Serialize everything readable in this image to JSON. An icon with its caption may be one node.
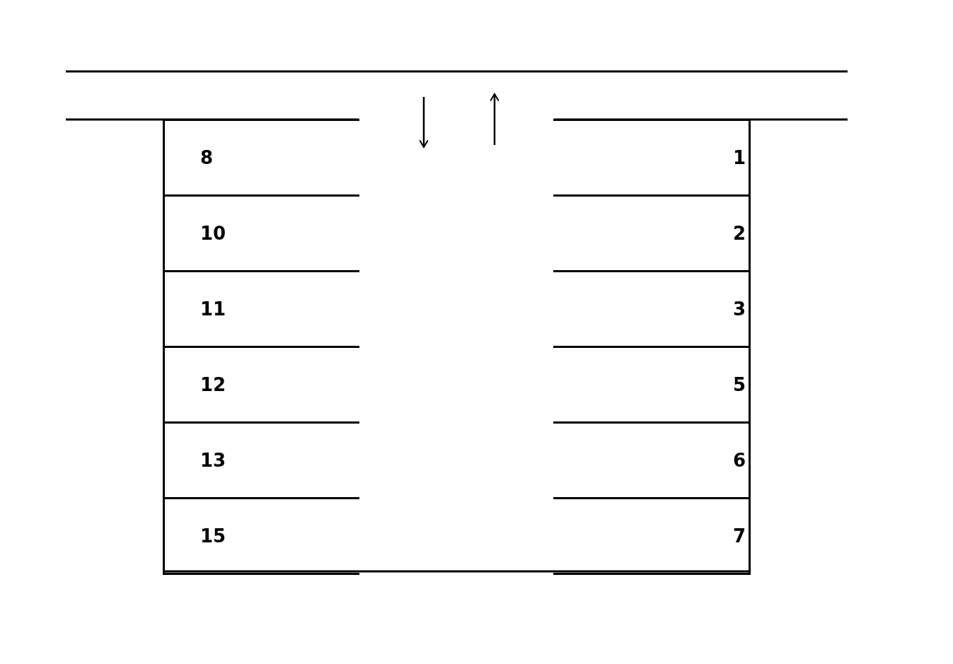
{
  "diagram": {
    "nodes": [
      {
        "text": [
          "8"
        ]
      },
      {
        "text": [
          "1"
        ]
      },
      {
        "text": [
          "10"
        ]
      },
      {
        "text": [
          "2"
        ]
      },
      {
        "text": [
          "11"
        ]
      },
      {
        "text": [
          "3"
        ]
      },
      {
        "text": [
          "12"
        ]
      },
      {
        "text": [
          "5"
        ]
      },
      {
        "text": [
          "13"
        ]
      },
      {
        "text": [
          "6"
        ]
      },
      {
        "text": [
          "15"
        ]
      },
      {
        "text": [
          "7"
        ]
      }
    ]
  }
}
